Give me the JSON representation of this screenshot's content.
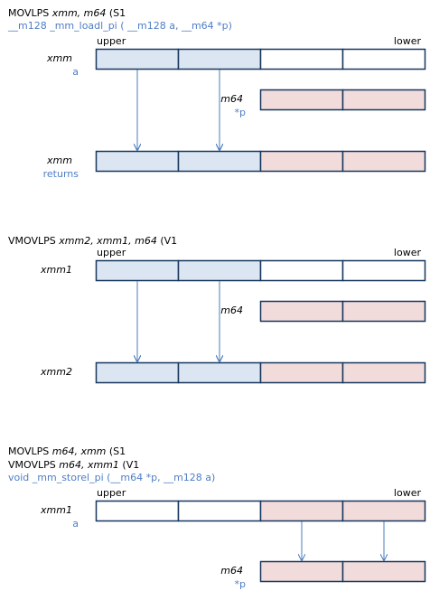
{
  "colors": {
    "upper_fill": "#dce6f2",
    "lower_fill": "#f2dcdb",
    "empty_fill": "#ffffff",
    "border": "#17375e",
    "arrow": "#4a7ebb",
    "intrinsic_text": "#4f7ec6"
  },
  "sections": [
    {
      "title_parts": [
        {
          "text": "MOVLPS ",
          "italic": false
        },
        {
          "text": "xmm, m64",
          "italic": true
        },
        {
          "text": "   (S1",
          "italic": false
        }
      ],
      "title2_parts": [],
      "intrinsic": "__m128  _mm_loadl_pi ( __m128 a, __m64 *p)",
      "upper_label": "upper",
      "lower_label": "lower",
      "registers": [
        {
          "name": "xmm",
          "alias": "a",
          "cells": [
            "upper",
            "upper",
            "empty",
            "empty"
          ]
        },
        {
          "name": "m64",
          "alias": "*p",
          "cells": [
            "lower",
            "lower"
          ]
        },
        {
          "name": "xmm",
          "alias": "returns",
          "cells": [
            "upper",
            "upper",
            "lower",
            "lower"
          ]
        }
      ]
    },
    {
      "title_parts": [
        {
          "text": "VMOVLPS ",
          "italic": false
        },
        {
          "text": "xmm2, xmm1, m64",
          "italic": true
        },
        {
          "text": "   (V1",
          "italic": false
        }
      ],
      "title2_parts": [],
      "intrinsic": "",
      "upper_label": "upper",
      "lower_label": "lower",
      "registers": [
        {
          "name": "xmm1",
          "alias": "",
          "cells": [
            "upper",
            "upper",
            "empty",
            "empty"
          ]
        },
        {
          "name": "m64",
          "alias": "",
          "cells": [
            "lower",
            "lower"
          ]
        },
        {
          "name": "xmm2",
          "alias": "",
          "cells": [
            "upper",
            "upper",
            "lower",
            "lower"
          ]
        }
      ]
    },
    {
      "title_parts": [
        {
          "text": "MOVLPS ",
          "italic": false
        },
        {
          "text": "m64, xmm",
          "italic": true
        },
        {
          "text": "   (S1",
          "italic": false
        }
      ],
      "title2_parts": [
        {
          "text": "VMOVLPS ",
          "italic": false
        },
        {
          "text": "m64, xmm1",
          "italic": true
        },
        {
          "text": "   (V1",
          "italic": false
        }
      ],
      "intrinsic": "void  _mm_storel_pi (__m64 *p,  __m128 a)",
      "upper_label": "upper",
      "lower_label": "lower",
      "registers": [
        {
          "name": "xmm1",
          "alias": "a",
          "cells": [
            "empty",
            "empty",
            "lower",
            "lower"
          ]
        },
        {
          "name": "m64",
          "alias": "*p",
          "cells": [
            "lower",
            "lower"
          ]
        }
      ]
    }
  ]
}
